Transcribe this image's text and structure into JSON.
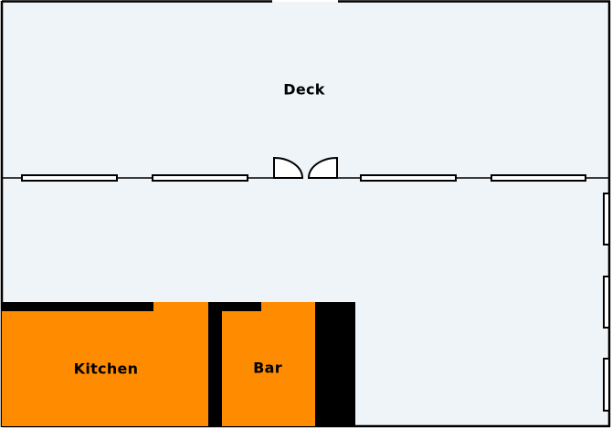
{
  "floorplan": {
    "colors": {
      "floor": "#eef4f8",
      "wall": "#000000",
      "room_fill": "#ff8c00",
      "window_fill": "#ffffff"
    },
    "rooms": {
      "deck": {
        "label": "Deck"
      },
      "kitchen": {
        "label": "Kitchen"
      },
      "bar": {
        "label": "Bar"
      }
    }
  }
}
